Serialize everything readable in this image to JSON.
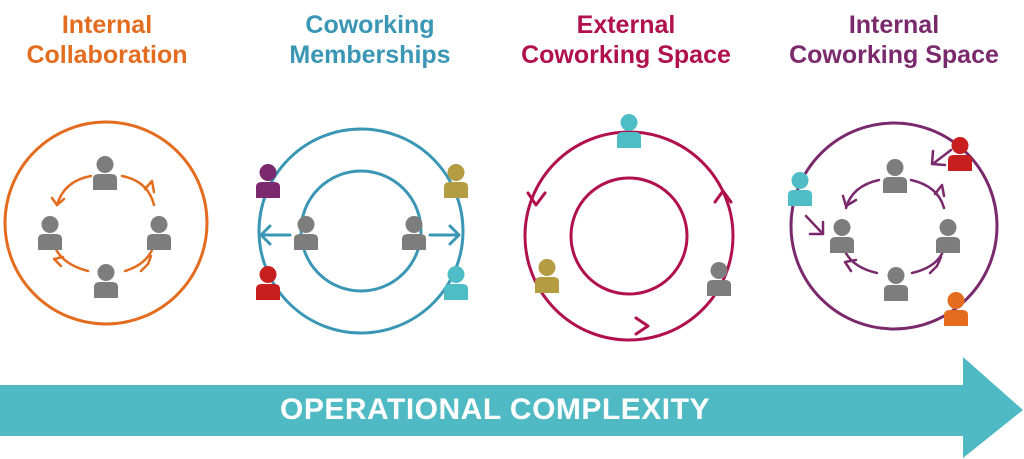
{
  "colors": {
    "internal_collaboration": "#e36c1f",
    "coworking_memberships": "#3a96b5",
    "external_coworking": "#b0104c",
    "internal_coworking": "#7a2a6c",
    "person_gray": "#7d7d7d",
    "person_teal": "#4fbdc6",
    "person_olive": "#b49c42",
    "person_purple": "#7a2a6c",
    "person_red": "#c81e1e",
    "person_orange": "#e36c1f",
    "banner": "#4fbac4"
  },
  "stages": [
    {
      "line1": "Internal",
      "line2": "Collaboration"
    },
    {
      "line1": "Coworking",
      "line2": "Memberships"
    },
    {
      "line1": "External",
      "line2": "Coworking Space"
    },
    {
      "line1": "Internal",
      "line2": "Coworking Space"
    }
  ],
  "banner": {
    "label": "OPERATIONAL COMPLEXITY"
  }
}
